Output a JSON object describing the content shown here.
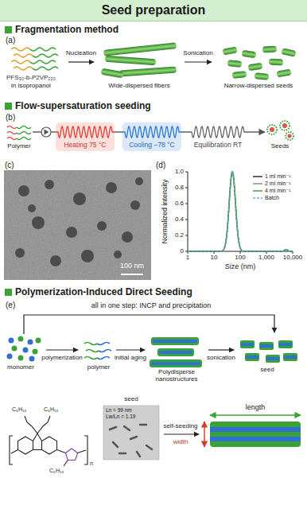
{
  "diagram": {
    "title": "Seed preparation",
    "nodes": [
      {
        "text": [
          "Heating 75 °C"
        ]
      },
      {
        "text": [
          "Cooling −78 °C"
        ]
      },
      {
        "text": [
          "Equilibration RT"
        ]
      }
    ],
    "edges": [
      {
        "from": 0,
        "to": 1,
        "arrow": "none"
      },
      {
        "from": 1,
        "to": 2,
        "arrow": "none"
      }
    ],
    "labels": [
      "Fragmentation method",
      "(a)",
      "PFS₃₀-b-P2VP₂₂₀",
      "in isopropanol",
      "Nucleation",
      "Sonication",
      "Wide-dispersed fibers",
      "Narrow-dispersed seeds",
      "Flow-supersaturation seeding",
      "(b)",
      "Polymer",
      "Seeds",
      "(c)",
      "100 nm",
      "(d)",
      "Normalized intensity",
      "Size (nm)",
      "0",
      "0.2",
      "0.4",
      "0.6",
      "0.8",
      "1.0",
      "1",
      "10",
      "100",
      "1,000",
      "10,000",
      "Polymerization-Induced Direct Seeding",
      "(e)",
      "all in one step: INCP and precipitation",
      "monomer",
      "polymerization",
      "polymer",
      "initial aging",
      "Polydisperse nanostructures",
      "sonication",
      "seed",
      "seed",
      "Ln = 99 nm",
      "Lw/Ln = 1.19",
      "self-seeding",
      "length",
      "width",
      "C₆H₁₃",
      "C₆H₁₃",
      "C₆H₁₃",
      "n"
    ],
    "legend": [
      {
        "text": "1 ml min⁻¹"
      },
      {
        "text": "2 ml min⁻¹"
      },
      {
        "text": "4 ml min⁻¹"
      },
      {
        "text": "Batch"
      }
    ]
  }
}
